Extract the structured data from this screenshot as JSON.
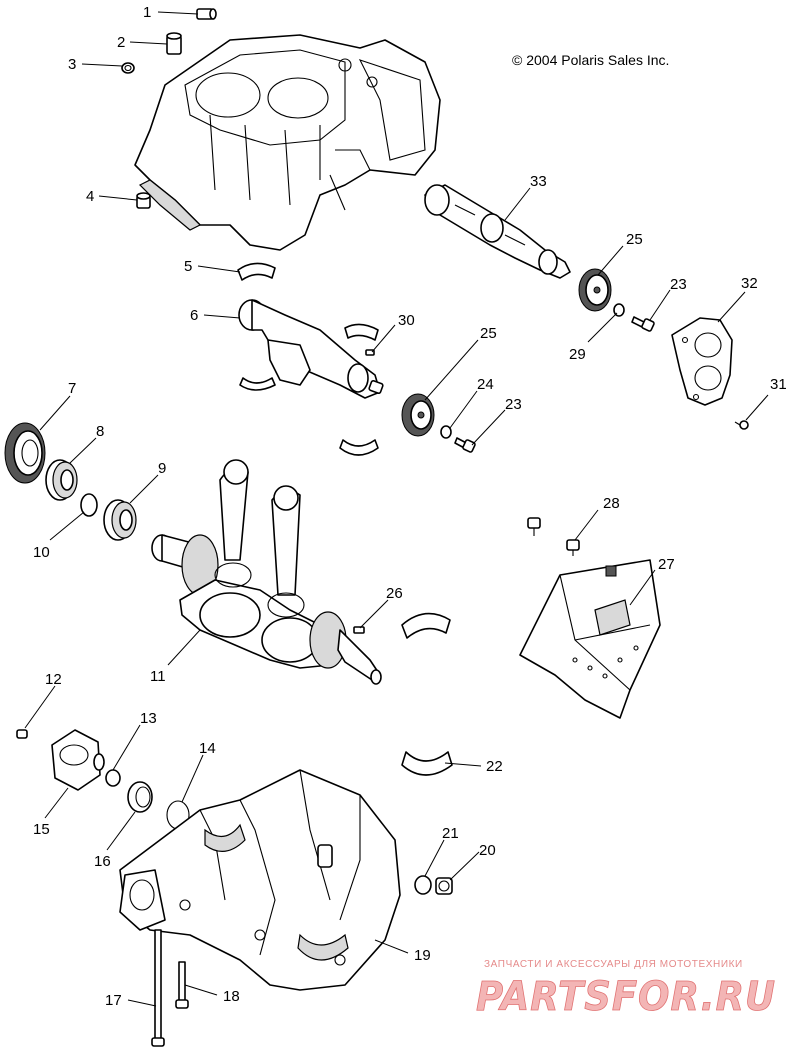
{
  "copyright": "© 2004 Polaris Sales Inc.",
  "watermark": {
    "tagline": "ЗАПЧАСТИ И АКСЕССУАРЫ ДЛЯ МОТОТЕХНИКИ",
    "brand": "PARTSFOR.RU"
  },
  "callouts": [
    "1",
    "2",
    "3",
    "4",
    "5",
    "6",
    "7",
    "8",
    "9",
    "10",
    "11",
    "12",
    "13",
    "14",
    "15",
    "16",
    "17",
    "18",
    "19",
    "20",
    "21",
    "22",
    "23",
    "23",
    "24",
    "25",
    "25",
    "26",
    "27",
    "28",
    "29",
    "30",
    "31",
    "32",
    "33"
  ]
}
